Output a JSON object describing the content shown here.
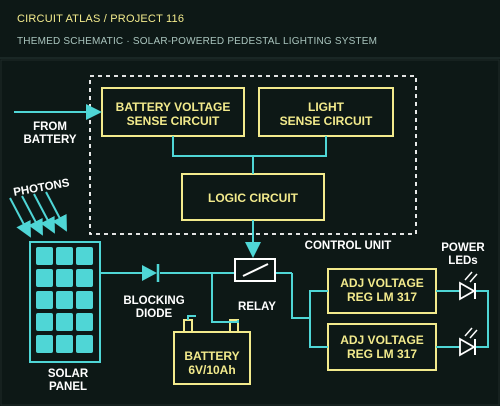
{
  "header": {
    "title": "CIRCUIT ATLAS / PROJECT 116",
    "subtitle": "THEMED SCHEMATIC · SOLAR-POWERED PEDESTAL LIGHTING SYSTEM"
  },
  "colors": {
    "background": "#0d1816",
    "wire": "#4fd6d6",
    "block_border": "#f2ea8c",
    "text": "#ffffff",
    "panel_cell": "#4fd6d6"
  },
  "labels": {
    "from_battery": [
      "FROM",
      "BATTERY"
    ],
    "photons": "PHOTONS",
    "battery_sense": [
      "BATTERY VOLTAGE",
      "SENSE CIRCUIT"
    ],
    "light_sense": [
      "LIGHT",
      "SENSE CIRCUIT"
    ],
    "logic": "LOGIC CIRCUIT",
    "control_unit": "CONTROL UNIT",
    "power_leds": [
      "POWER",
      "LEDs"
    ],
    "blocking_diode": [
      "BLOCKING",
      "DIODE"
    ],
    "relay": "RELAY",
    "regulator_1": [
      "ADJ VOLTAGE",
      "REG LM 317"
    ],
    "regulator_2": [
      "ADJ VOLTAGE",
      "REG LM 317"
    ],
    "battery": [
      "BATTERY",
      "6V/10Ah"
    ],
    "solar_panel": [
      "SOLAR",
      "PANEL"
    ]
  }
}
